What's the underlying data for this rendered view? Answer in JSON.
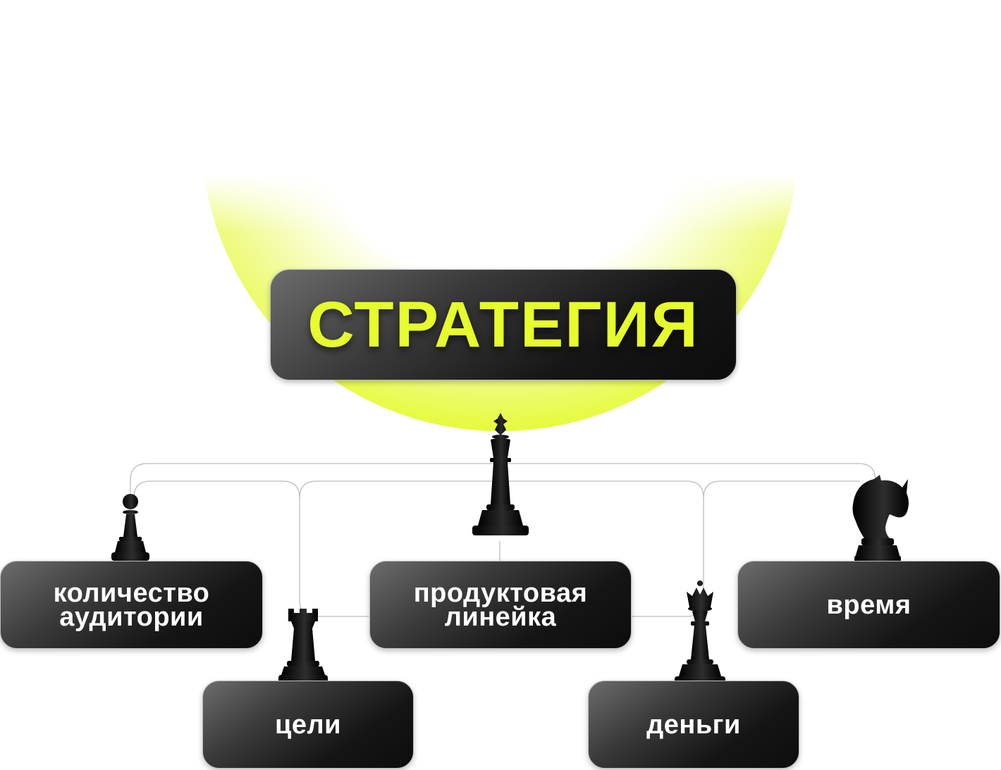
{
  "title": "СТРАТЕГИЯ",
  "nodes": {
    "audience": {
      "line1": "количество",
      "line2": "аудитории",
      "piece": "chess-pawn-icon"
    },
    "goals": {
      "label": "цели",
      "piece": "chess-rook-icon"
    },
    "product": {
      "line1": "продуктовая",
      "line2": "линейка",
      "piece": "chess-king-icon"
    },
    "money": {
      "label": "деньги",
      "piece": "chess-queen-icon"
    },
    "time": {
      "label": "время",
      "piece": "chess-knight-icon"
    }
  },
  "colors": {
    "accent": "#e6fc2c",
    "box_dark": "#111111",
    "box_light": "#6c6c6c",
    "connector": "#bcbcbc",
    "piece": "#0a0a0a"
  }
}
